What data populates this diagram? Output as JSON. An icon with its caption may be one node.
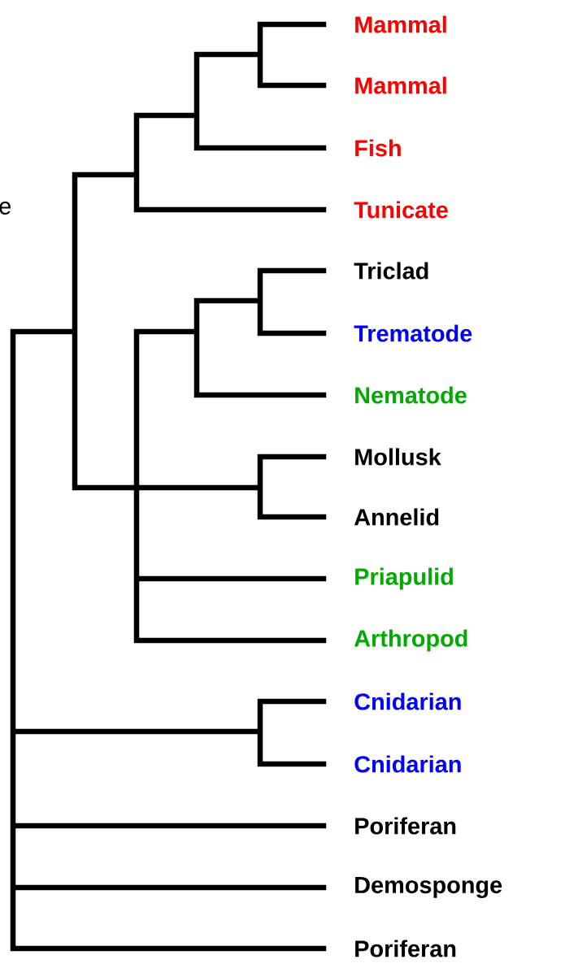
{
  "diagram": {
    "labels": [
      "Mammal",
      "Mammal",
      "Fish",
      "e",
      "Tunicate",
      "Triclad",
      "Trematode",
      "Nematode",
      "Mollusk",
      "Annelid",
      "Priapulid",
      "Arthropod",
      "Cnidarian",
      "Cnidarian",
      "Poriferan",
      "Demosponge",
      "Poriferan"
    ]
  }
}
